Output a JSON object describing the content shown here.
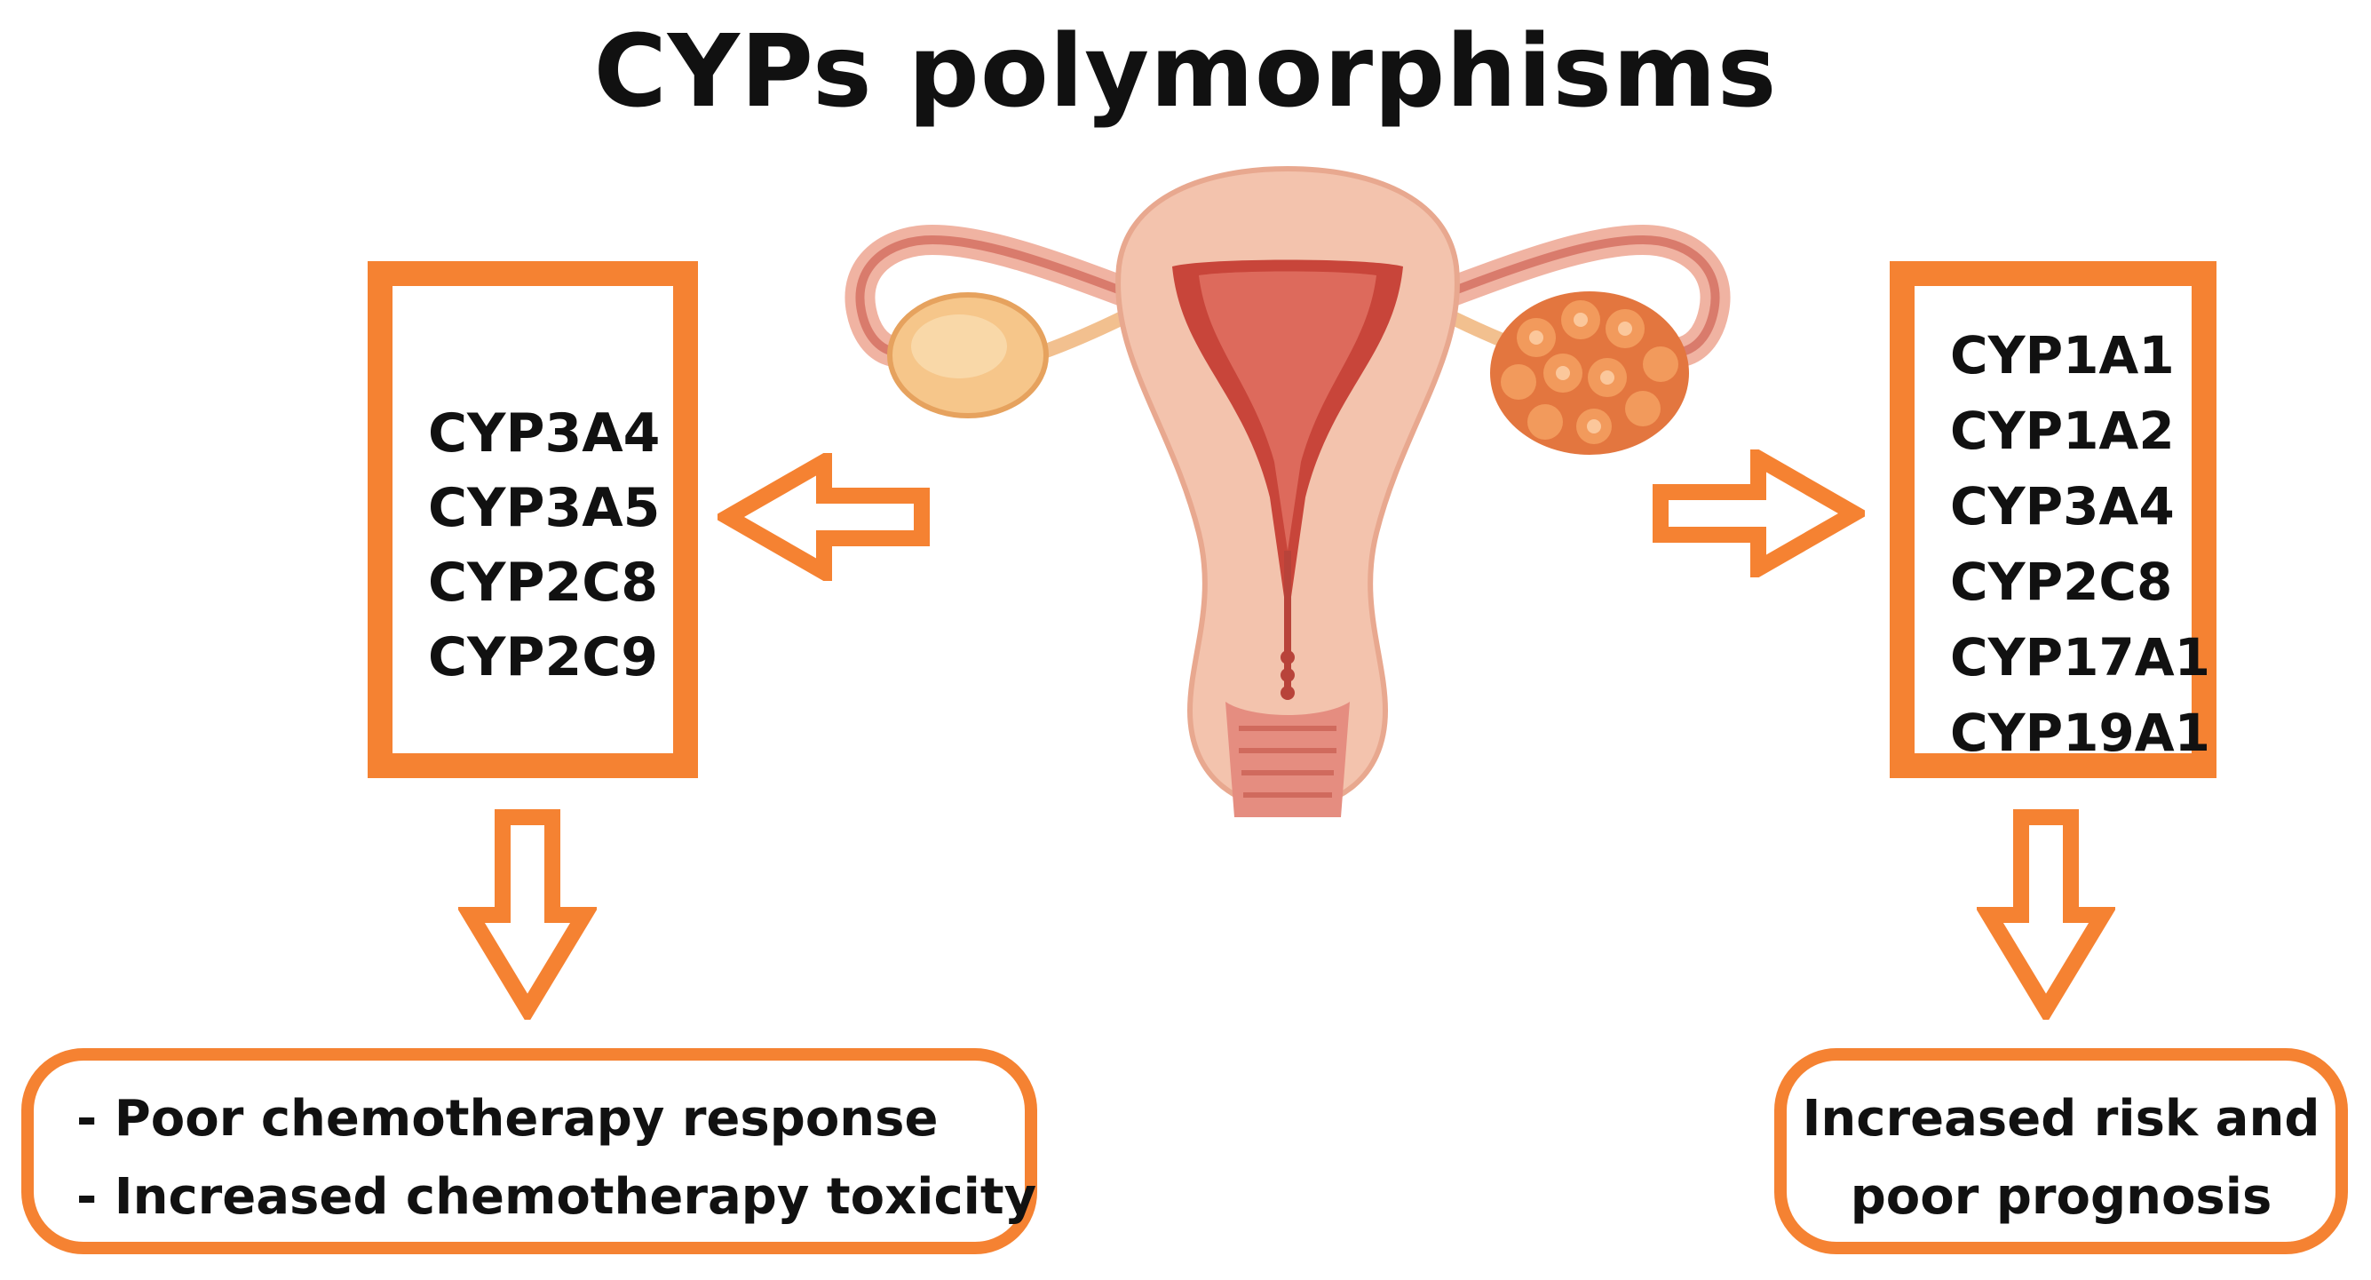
{
  "title": "CYPs polymorphisms",
  "left_genes": [
    "CYP3A4",
    "CYP3A5",
    "CYP2C8",
    "CYP2C9"
  ],
  "right_genes": [
    "CYP1A1",
    "CYP1A2",
    "CYP3A4",
    "CYP2C8",
    "CYP17A1",
    "CYP19A1"
  ],
  "left_outcome": [
    "- Poor chemotherapy response",
    "- Increased chemotherapy toxicity"
  ],
  "right_outcome": [
    "Increased risk and",
    "poor prognosis"
  ],
  "colors": {
    "accent": "#f58232",
    "tissue": "#f3c3ad",
    "uterus": "#c8453a"
  }
}
